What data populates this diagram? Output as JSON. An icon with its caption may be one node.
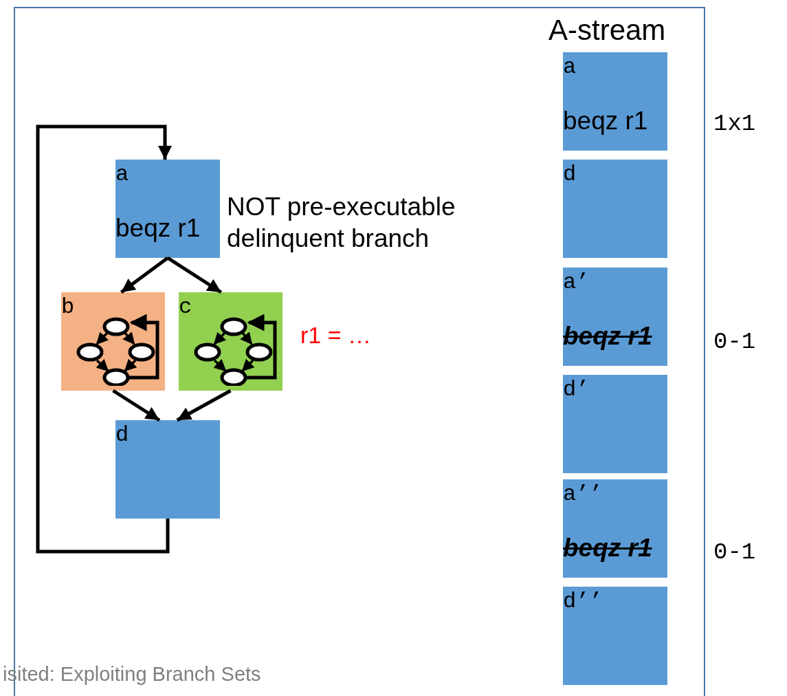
{
  "diagram": {
    "nodes": [
      {
        "text": [
          "a",
          "beqz r1"
        ],
        "beside": [
          "NOT pre-executable delinquent branch"
        ]
      },
      {
        "text": [
          "b"
        ]
      },
      {
        "text": [
          "c"
        ],
        "beside": [
          "r1 = …"
        ]
      },
      {
        "text": [
          "d"
        ]
      },
      {
        "text": [
          "a",
          "beqz r1"
        ],
        "beside": [
          "1x1"
        ]
      },
      {
        "text": [
          "d"
        ]
      },
      {
        "text": [
          "a’",
          "beqz r1"
        ],
        "beside": [
          "0-1"
        ]
      },
      {
        "text": [
          "d’"
        ]
      },
      {
        "text": [
          "a’’",
          "beqz r1"
        ],
        "beside": [
          "0-1"
        ]
      },
      {
        "text": [
          "d’’"
        ]
      }
    ],
    "edges": [
      {
        "from": 0,
        "to": 1,
        "arrow": "to"
      },
      {
        "from": 0,
        "to": 2,
        "arrow": "to"
      },
      {
        "from": 1,
        "to": 3,
        "arrow": "to"
      },
      {
        "from": 2,
        "to": 3,
        "arrow": "to"
      },
      {
        "from": 3,
        "to": 0,
        "arrow": "to"
      }
    ],
    "labels": [
      "A-stream",
      "isited: Exploiting Branch Sets"
    ]
  }
}
